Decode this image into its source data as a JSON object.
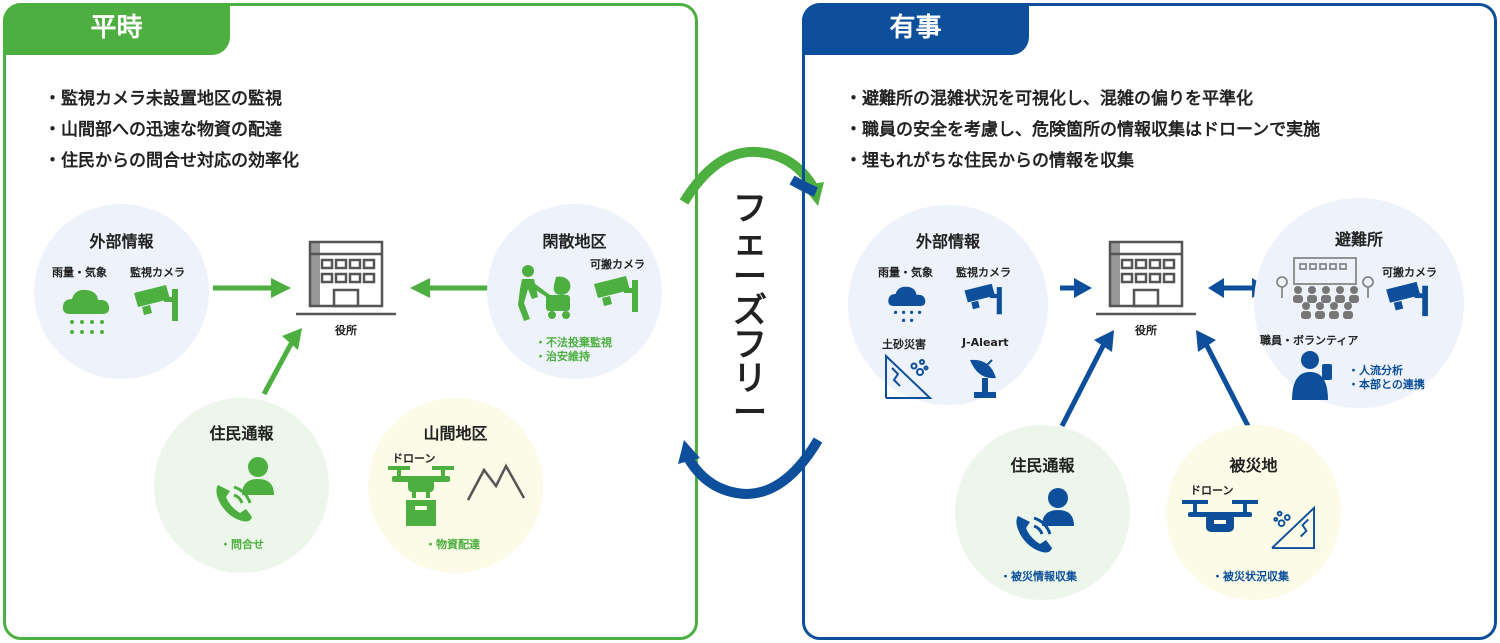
{
  "left": {
    "tab": "平時",
    "bullets": [
      "・監視カメラ未設置地区の監視",
      "・山間部への迅速な物資の配達",
      "・住民からの問合せ対応の効率化"
    ],
    "external": {
      "title": "外部情報",
      "rain": "雨量・気象",
      "camera": "監視カメラ"
    },
    "office": "役所",
    "sparse": {
      "title": "閑散地区",
      "camera": "可搬カメラ",
      "notes": [
        "・不法投棄監視",
        "・治安維持"
      ]
    },
    "resident": {
      "title": "住民通報",
      "note": "・問合せ"
    },
    "mountain": {
      "title": "山間地区",
      "drone": "ドローン",
      "note": "・物資配達"
    }
  },
  "center": {
    "label": "フェーズフリー"
  },
  "right": {
    "tab": "有事",
    "bullets": [
      "・避難所の混雑状況を可視化し、混雑の偏りを平準化",
      "・職員の安全を考慮し、危険箇所の情報収集はドローンで実施",
      "・埋もれがちな住民からの情報を収集"
    ],
    "external": {
      "title": "外部情報",
      "rain": "雨量・気象",
      "camera": "監視カメラ",
      "landslide": "土砂災害",
      "jalert": "J-Aleart"
    },
    "office": "役所",
    "shelter": {
      "title": "避難所",
      "camera": "可搬カメラ",
      "staff": "職員・ボランティア",
      "notes": [
        "・人流分析",
        "・本部との連携"
      ]
    },
    "resident": {
      "title": "住民通報",
      "note": "・被災情報収集"
    },
    "disaster": {
      "title": "被災地",
      "drone": "ドローン",
      "note": "・被災状況収集"
    }
  },
  "colors": {
    "green": "#4caf3f",
    "blue": "#0d4f9a",
    "circleLight": "#eef2fa",
    "circleGreen": "#ecf6ea",
    "circleYellow": "#fbfbe7"
  }
}
